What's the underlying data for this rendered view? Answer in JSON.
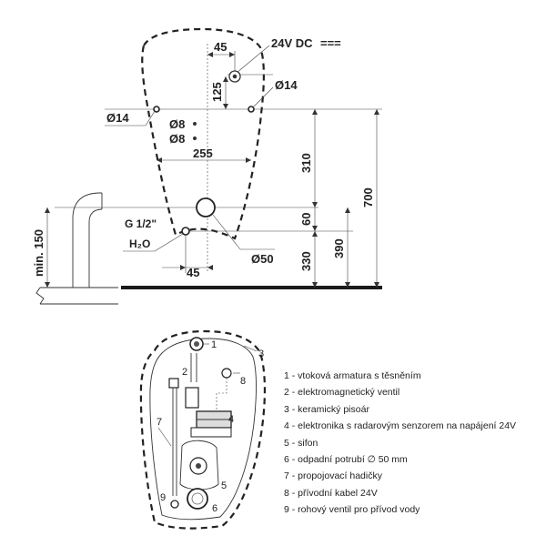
{
  "dimensions": {
    "d45_top": "45",
    "supply": "24V DC",
    "supply_symbol": "===",
    "d125": "125",
    "d14_right": "Ø14",
    "d14_left": "Ø14",
    "d8_a": "Ø8",
    "d8_b": "Ø8",
    "d255": "255",
    "d310": "310",
    "d700": "700",
    "d60": "60",
    "d390": "390",
    "d330": "330",
    "d50": "Ø50",
    "d45_bottom": "45",
    "thread": "G 1/2\"",
    "water": "H₂O",
    "min150": "min. 150"
  },
  "callouts": [
    "1",
    "2",
    "3",
    "4",
    "5",
    "6",
    "7",
    "8",
    "9"
  ],
  "legend": [
    "1 - vtoková armatura s těsněním",
    "2 - elektromagnetický ventil",
    "3 - keramický pisoár",
    "4 - elektronika s radarovým senzorem na napájení 24V",
    "5 - sifon",
    "6 - odpadní potrubí ∅ 50 mm",
    "7 - propojovací hadičky",
    "8 - přívodní kabel 24V",
    "9 - rohový ventil pro přívod vody"
  ]
}
